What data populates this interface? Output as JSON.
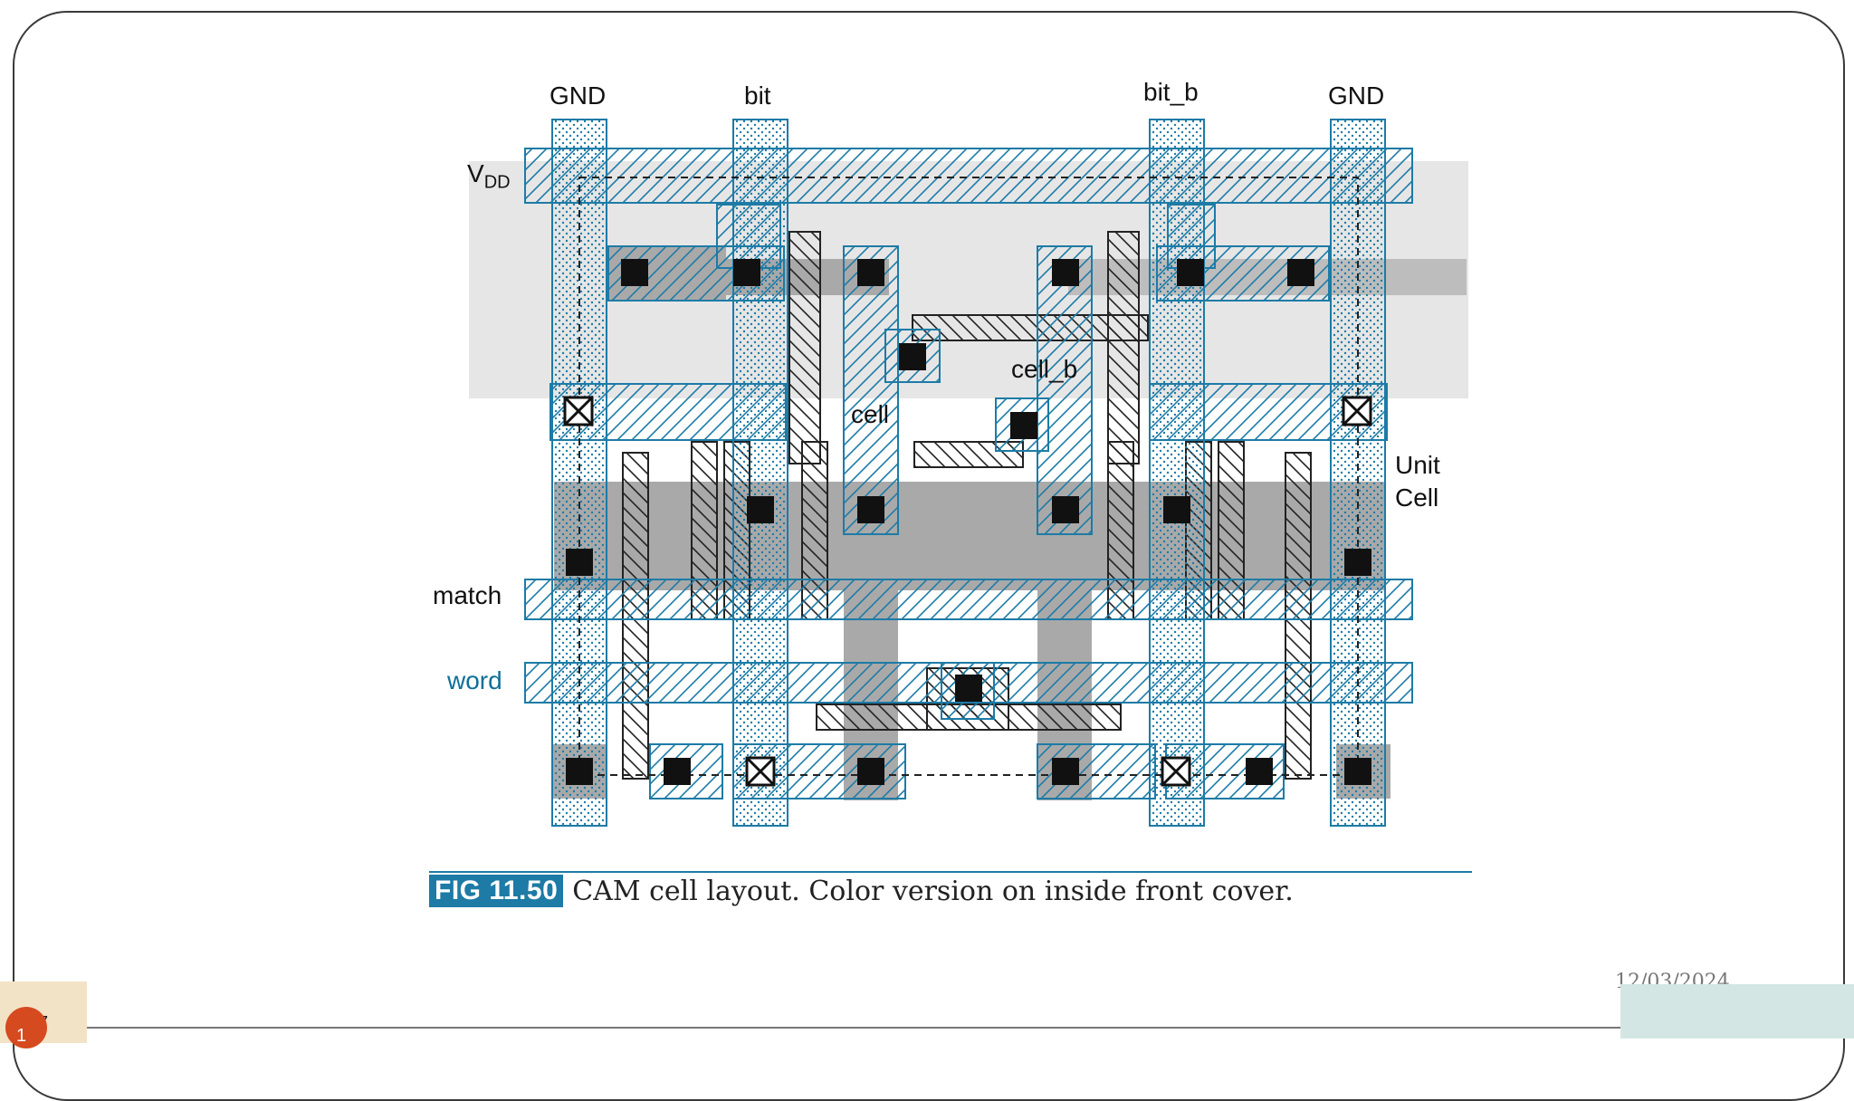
{
  "labels": {
    "gnd_left": "GND",
    "bit": "bit",
    "bit_b": "bit_b",
    "gnd_right": "GND",
    "vdd_main": "V",
    "vdd_sub": "DD",
    "cell": "cell",
    "cell_b": "cell_b",
    "unit": "Unit",
    "cell_word": "Cell",
    "match": "match",
    "word": "word"
  },
  "caption": {
    "fig": "FIG 11.50",
    "text": "CAM cell layout. Color version on inside front cover."
  },
  "footer": {
    "date": "12/03/2024",
    "page_digit_1": "1",
    "page_digit_2": "7"
  },
  "colors": {
    "metal_blue": "#1d7ba6",
    "well_gray": "#e6e6e6",
    "diffusion_gray": "#a9a9a9",
    "contact_black": "#111111"
  }
}
